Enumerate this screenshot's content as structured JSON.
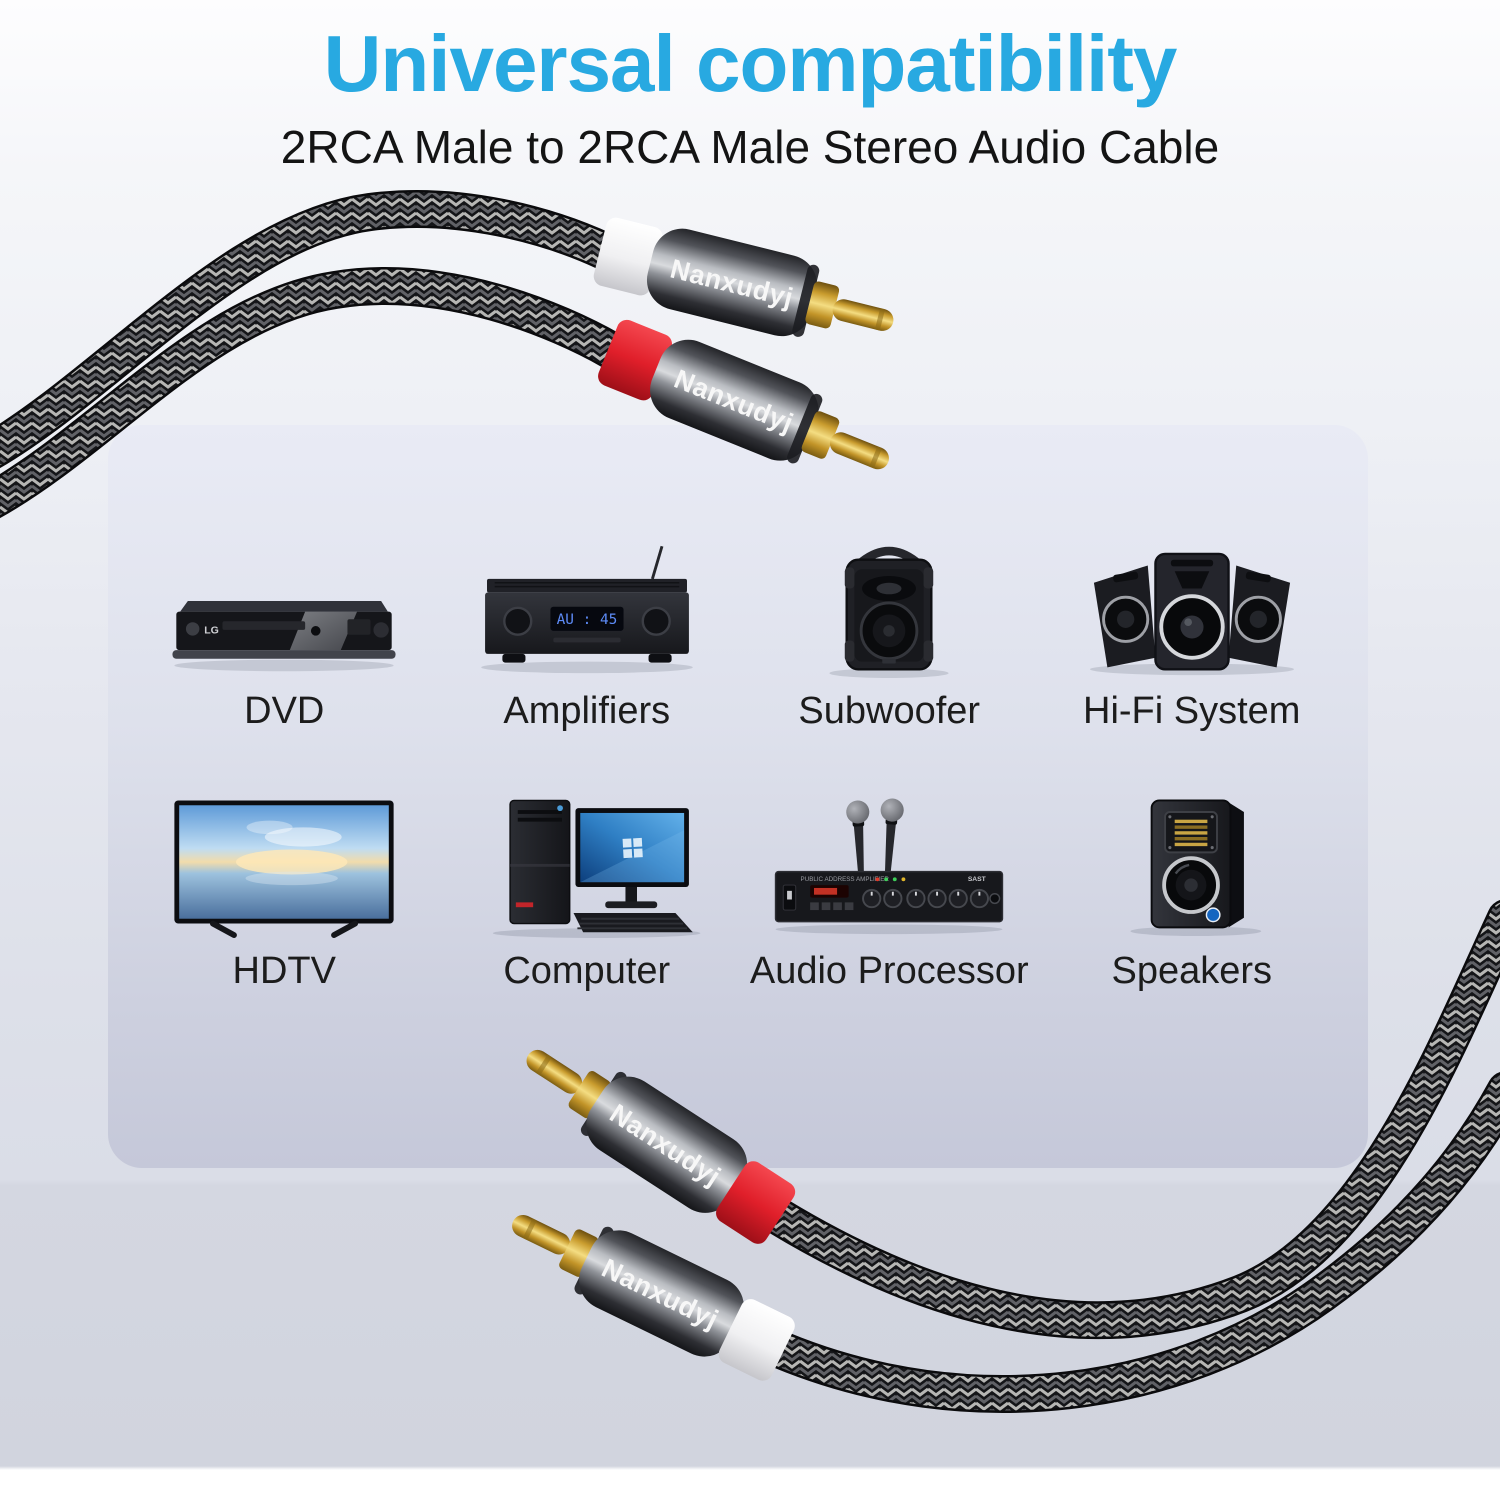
{
  "header": {
    "title": "Universal compatibility",
    "subtitle": "2RCA Male to 2RCA Male Stereo Audio Cable"
  },
  "brand": {
    "connector_label": "Nanxudyj"
  },
  "devices": [
    {
      "label": "DVD",
      "icon": "dvd-player-icon",
      "brand_text": "LG"
    },
    {
      "label": "Amplifiers",
      "icon": "av-receiver-icon",
      "display_text": "AU : 45"
    },
    {
      "label": "Subwoofer",
      "icon": "portable-subwoofer-icon"
    },
    {
      "label": "Hi-Fi System",
      "icon": "hifi-speaker-system-icon"
    },
    {
      "label": "HDTV",
      "icon": "flatscreen-tv-icon"
    },
    {
      "label": "Computer",
      "icon": "desktop-computer-icon"
    },
    {
      "label": "Audio Processor",
      "icon": "pa-amplifier-with-microphones-icon",
      "panel_text": "PUBLIC ADDRESS AMPLIFIER",
      "brand_text": "SAST"
    },
    {
      "label": "Speakers",
      "icon": "bookshelf-speaker-icon"
    }
  ],
  "connectors": {
    "top_pair": [
      {
        "band": "white",
        "band_color": "#F2F2F3"
      },
      {
        "band": "red",
        "band_color": "#E01F2A"
      }
    ],
    "bottom_pair": [
      {
        "band": "red",
        "band_color": "#E01F2A"
      },
      {
        "band": "white",
        "band_color": "#F2F2F3"
      }
    ]
  },
  "colors": {
    "title_blue": "#28A9E1",
    "subtitle_text": "#141414",
    "label_text": "#1C1C1C",
    "panel_top": "#E9EBF5",
    "panel_bottom": "#C5C8D9",
    "background_top": "#FFFFFF",
    "background_bottom": "#D1D4DE",
    "cable_black": "#17181B",
    "gold_plug": "#E8C04A",
    "band_red": "#E01F2A",
    "band_white": "#F2F2F3"
  }
}
